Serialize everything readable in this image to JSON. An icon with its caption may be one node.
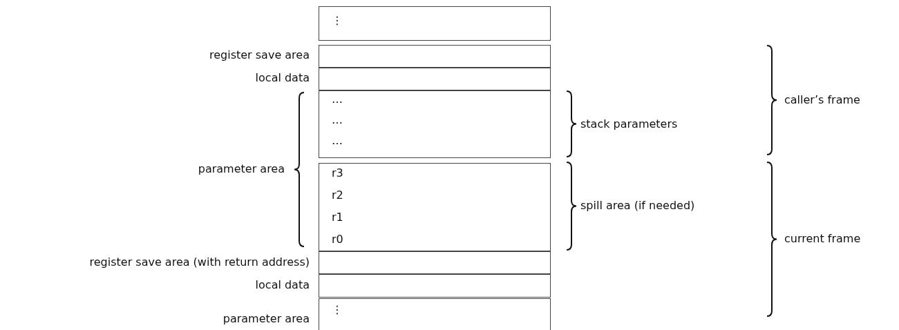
{
  "diagram": {
    "nodes": [
      {
        "text": [
          "⋮"
        ]
      },
      {
        "text": [],
        "shape": "box",
        "beside": [
          "register save area"
        ]
      },
      {
        "text": [],
        "shape": "box",
        "beside": [
          "local data"
        ]
      },
      {
        "text": [
          "…",
          "…",
          "…"
        ]
      },
      {
        "text": [
          "r3",
          "r2",
          "r1",
          "r0"
        ]
      },
      {
        "text": [],
        "shape": "box",
        "beside": [
          "register save area (with return address)"
        ]
      },
      {
        "text": [],
        "shape": "box",
        "beside": [
          "local data"
        ]
      },
      {
        "text": [
          "⋮"
        ],
        "beside": [
          "parameter area"
        ]
      }
    ],
    "edges": [],
    "labels": [
      "caller’s frame",
      "stack parameters",
      "parameter area",
      "spill area (if needed)",
      "current frame"
    ]
  }
}
